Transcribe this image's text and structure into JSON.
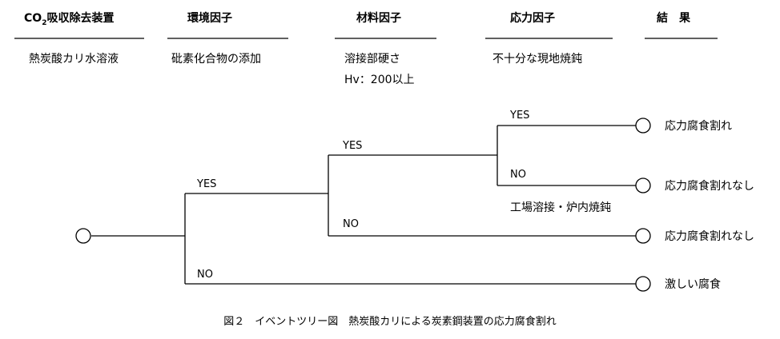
{
  "headers": {
    "col1": "CO",
    "col1_sub": "2",
    "col1_rest": "吸収除去装置",
    "col2": "環境因子",
    "col3": "材料因子",
    "col4": "応力因子",
    "col5": "結　果"
  },
  "conditions": {
    "col1": "熱炭酸カリ水溶液",
    "col2": "砒素化合物の添加",
    "col3_line1": "溶接部硬さ",
    "col3_line2": "Hv：200以上",
    "col4": "不十分な現地焼鈍"
  },
  "branches": {
    "b1_yes": "YES",
    "b1_no": "NO",
    "b2_yes": "YES",
    "b2_no": "NO",
    "b3_yes": "YES",
    "b3_no": "NO",
    "b3_note": "工場溶接・炉内焼鈍"
  },
  "results": {
    "r1": "応力腐食割れ",
    "r2": "応力腐食割れなし",
    "r3": "応力腐食割れなし",
    "r4": "激しい腐食"
  },
  "caption": "図２　イベントツリー図　熱炭酸カリによる炭素鋼装置の応力腐食割れ"
}
